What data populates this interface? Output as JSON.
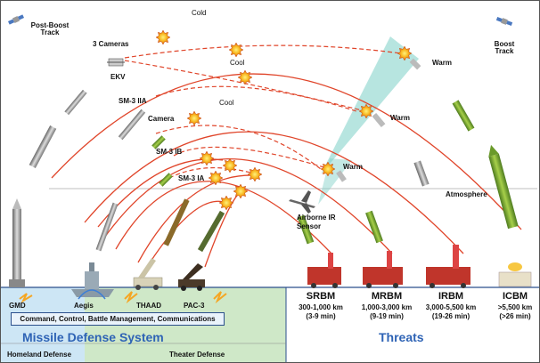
{
  "labels": {
    "post_boost_track": "Post-Boost\nTrack",
    "boost_track": "Boost\nTrack",
    "cold": "Cold",
    "cool_upper": "Cool",
    "cool_lower": "Cool",
    "warm_1": "Warm",
    "warm_2": "Warm",
    "warm_3": "Warm",
    "three_cameras": "3 Cameras",
    "ekv": "EKV",
    "sm3_iia": "SM-3 IIA",
    "camera": "Camera",
    "sm3_ib": "SM-3 IB",
    "sm3_ia": "SM-3 IA",
    "airborne_ir_sensor": "Airborne IR\nSensor",
    "atmosphere": "Atmosphere"
  },
  "defense": {
    "gmd": "GMD",
    "aegis": "Aegis",
    "thaad": "THAAD",
    "pac3": "PAC-3",
    "c2": "Command, Control, Battle Management, Communications",
    "title": "Missile Defense System",
    "homeland": "Homeland Defense",
    "theater": "Theater Defense"
  },
  "threats": {
    "title": "Threats",
    "items": [
      {
        "name": "SRBM",
        "range": "300-1,000 km",
        "time": "(3-9 min)"
      },
      {
        "name": "MRBM",
        "range": "1,000-3,000 km",
        "time": "(9-19 min)"
      },
      {
        "name": "IRBM",
        "range": "3,000-5,500 km",
        "time": "(19-26 min)"
      },
      {
        "name": "ICBM",
        "range": ">5,500 km",
        "time": "(>26 min)"
      }
    ]
  },
  "colors": {
    "homeland_bg": "#cde6f5",
    "theater_bg": "#cfe8c8",
    "trajectory": "#e0452a",
    "accent_blue": "#2e63b5",
    "sensor_beam": "#7ccfc6"
  }
}
